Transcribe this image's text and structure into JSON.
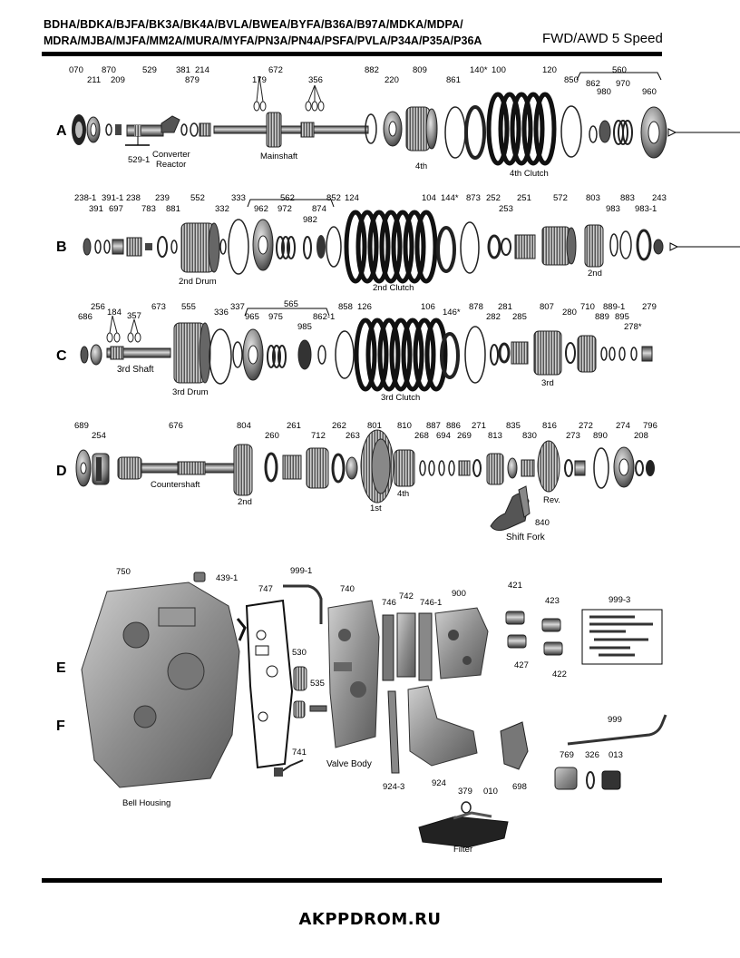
{
  "header": {
    "models_line1": "BDHA/BDKA/BJFA/BK3A/BK4A/BVLA/BWEA/BYFA/B36A/B97A/MDKA/MDPA/",
    "models_line2": "MDRA/MJBA/MJFA/MM2A/MURA/MYFA/PN3A/PN4A/PSFA/PVLA/P34A/P35A/P36A",
    "drive_speed": "FWD/AWD 5 Speed"
  },
  "rows": {
    "a": "A",
    "b": "B",
    "c": "C",
    "d": "D",
    "e": "E",
    "f": "F"
  },
  "row_a": {
    "parts": {
      "p070": "070",
      "p211": "211",
      "p870": "870",
      "p209": "209",
      "p529": "529",
      "p381": "381",
      "p879": "879",
      "p214": "214",
      "p179": "179",
      "p672": "672",
      "p356": "356",
      "p882": "882",
      "p220": "220",
      "p809": "809",
      "p861": "861",
      "p140": "140*",
      "p100": "100",
      "p120": "120",
      "p850": "850",
      "p560": "560",
      "p862": "862",
      "p970": "970",
      "p980": "980",
      "p960": "960",
      "p529_1": "529-1"
    },
    "captions": {
      "converter": "Converter",
      "reactor": "Reactor",
      "mainshaft": "Mainshaft",
      "gear4": "4th",
      "clutch4": "4th Clutch"
    }
  },
  "row_b": {
    "parts": {
      "p238_1": "238-1",
      "p391": "391",
      "p391_1": "391-1",
      "p697": "697",
      "p238": "238",
      "p783": "783",
      "p239": "239",
      "p881": "881",
      "p552": "552",
      "p332": "332",
      "p333": "333",
      "p562": "562",
      "p962": "962",
      "p972": "972",
      "p874": "874",
      "p852": "852",
      "p982": "982",
      "p124": "124",
      "p104": "104",
      "p144": "144*",
      "p873": "873",
      "p252": "252",
      "p253": "253",
      "p251": "251",
      "p572": "572",
      "p803": "803",
      "p983": "983",
      "p883": "883",
      "p983_1": "983-1",
      "p243": "243"
    },
    "captions": {
      "drum2": "2nd Drum",
      "clutch2": "2nd Clutch",
      "gear2": "2nd"
    }
  },
  "row_c": {
    "parts": {
      "p686": "686",
      "p256": "256",
      "p184": "184",
      "p357": "357",
      "p673": "673",
      "p555": "555",
      "p336": "336",
      "p337": "337",
      "p565": "565",
      "p965": "965",
      "p975": "975",
      "p985": "985",
      "p862_1": "862-1",
      "p858": "858",
      "p126": "126",
      "p106": "106",
      "p146": "146*",
      "p878": "878",
      "p281": "281",
      "p282": "282",
      "p285": "285",
      "p807": "807",
      "p280": "280",
      "p710": "710",
      "p889_1": "889-1",
      "p889": "889",
      "p895": "895",
      "p278": "278*",
      "p279": "279"
    },
    "captions": {
      "shaft3": "3rd Shaft",
      "drum3": "3rd Drum",
      "clutch3": "3rd Clutch",
      "gear3": "3rd"
    }
  },
  "row_d": {
    "parts": {
      "p689": "689",
      "p254": "254",
      "p676": "676",
      "p804": "804",
      "p260": "260",
      "p261": "261",
      "p712": "712",
      "p262": "262",
      "p263": "263",
      "p801": "801",
      "p810": "810",
      "p268": "268",
      "p887": "887",
      "p694": "694",
      "p886": "886",
      "p269": "269",
      "p271": "271",
      "p813": "813",
      "p835": "835",
      "p830": "830",
      "p816": "816",
      "p272": "272",
      "p273": "273",
      "p890": "890",
      "p274": "274",
      "p208": "208",
      "p796": "796",
      "p840": "840"
    },
    "captions": {
      "countershaft": "Countershaft",
      "gear2": "2nd",
      "gear1": "1st",
      "gear4": "4th",
      "rev": "Rev.",
      "shift_fork": "Shift Fork"
    }
  },
  "row_ef": {
    "parts": {
      "p750": "750",
      "p439_1": "439-1",
      "p999_1": "999-1",
      "p747": "747",
      "p740": "740",
      "p746": "746",
      "p742": "742",
      "p746_1": "746-1",
      "p900": "900",
      "p421": "421",
      "p423": "423",
      "p999_3": "999-3",
      "p530": "530",
      "p535": "535",
      "p427": "427",
      "p422": "422",
      "p741": "741",
      "p924_3": "924-3",
      "p924": "924",
      "p698": "698",
      "p999": "999",
      "p769": "769",
      "p326": "326",
      "p013": "013",
      "p379": "379",
      "p010": "010"
    },
    "captions": {
      "valve_body": "Valve Body",
      "bell_housing": "Bell Housing",
      "filter": "Filter"
    }
  },
  "footer": {
    "site": "AKPPDROM.RU"
  }
}
